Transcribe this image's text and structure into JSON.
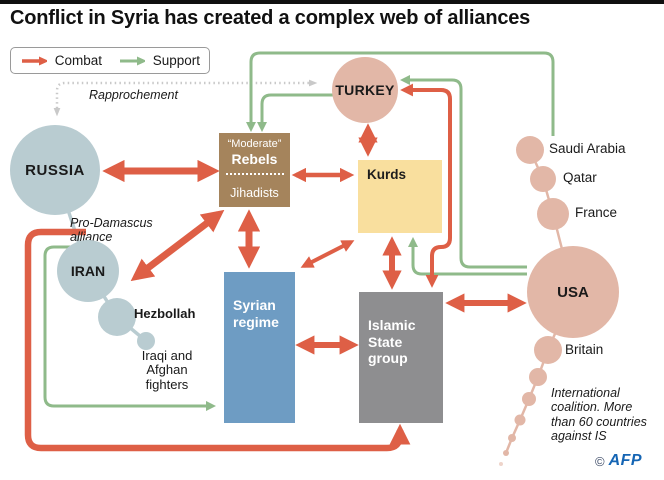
{
  "title": "Conflict in Syria has created a complex web of alliances",
  "legend": {
    "combat": "Combat",
    "support": "Support"
  },
  "annotations": {
    "rapprochement": "Rapprochement",
    "pro_damascus": "Pro-Damascus\nalliance",
    "coalition_note": "International\ncoalition. More\nthan 60 countries\nagainst IS"
  },
  "nodes": {
    "russia": "RUSSIA",
    "iran": "IRAN",
    "hezbollah": "Hezbollah",
    "iraqi_afghan": "Iraqi and\nAfghan\nfighters",
    "turkey": "TURKEY",
    "rebels_top": "“Moderate”",
    "rebels_main": "Rebels",
    "rebels_sub": "Jihadists",
    "kurds": "Kurds",
    "syrian_regime": "Syrian\nregime",
    "islamic_state": "Islamic\nState\ngroup",
    "saudi_arabia": "Saudi Arabia",
    "qatar": "Qatar",
    "france": "France",
    "usa": "USA",
    "britain": "Britain"
  },
  "credit": {
    "symbol": "©",
    "agency": "AFP"
  },
  "colors": {
    "combat": "#de5f46",
    "support": "#8fba8a",
    "rapprochement": "#c9c9c9",
    "pro_damascus_nodes": "#b9ccd1",
    "western_nodes": "#e2b7a7",
    "rebels_box": "#a5845c",
    "kurds_box": "#f9df9e",
    "regime_box": "#6e9cc3",
    "is_box": "#8e8e90",
    "afp_blue": "#1565b4"
  }
}
